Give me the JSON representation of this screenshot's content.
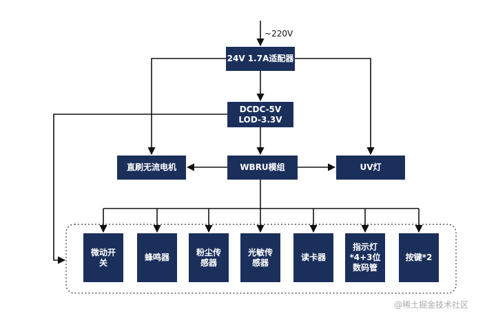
{
  "diagram": {
    "input_label": "~220V",
    "nodes": {
      "adapter": "24V  1.7A适配器",
      "dcdc": "DCDC-5V\nLOD-3.3V",
      "motor": "直刷无流电机",
      "wbru": "WBRU模组",
      "uv": "UV灯",
      "switch": "微动开\n关",
      "buzzer": "蜂鸣器",
      "dust": "粉尘传\n感器",
      "light": "光敏传\n感器",
      "card": "读卡器",
      "indicator": "指示灯\n*4+3位\n数码管",
      "keys": "按键*2"
    },
    "colors": {
      "node_fill": "#1b2f5b",
      "line": "#111111",
      "group_border": "#333333"
    }
  },
  "watermark": "@稀土掘金技术社区"
}
